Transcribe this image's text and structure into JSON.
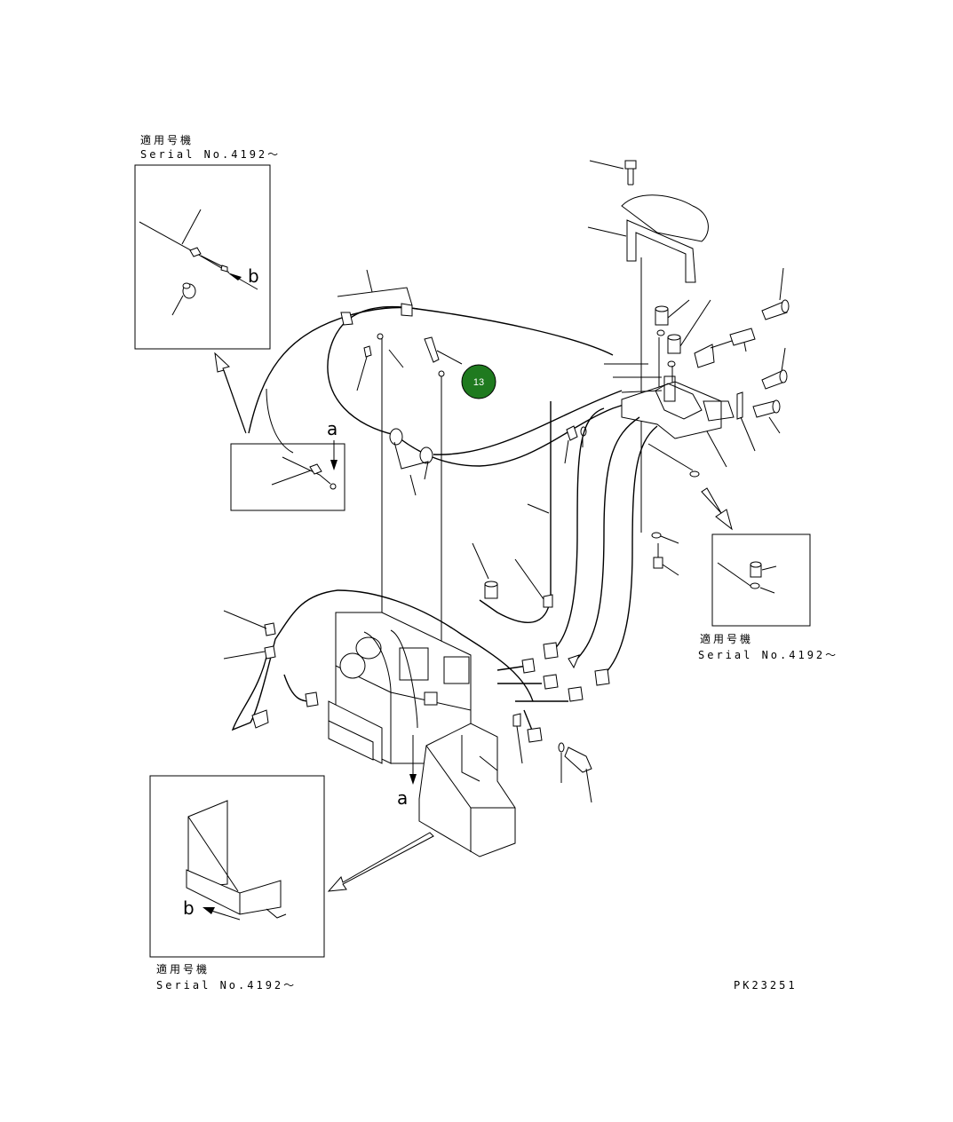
{
  "callouts": [
    {
      "line1": "適用号機",
      "line2": "Serial No.4192～"
    },
    {
      "line1": "適用号機",
      "line2": "Serial No.4192～"
    },
    {
      "line1": "適用号機",
      "line2": "Serial No.4192～"
    }
  ],
  "letters": {
    "a": "a",
    "b": "b"
  },
  "part_badge": {
    "number": "13",
    "color": "#1f7a1f"
  },
  "drawing_code": "PK23251"
}
